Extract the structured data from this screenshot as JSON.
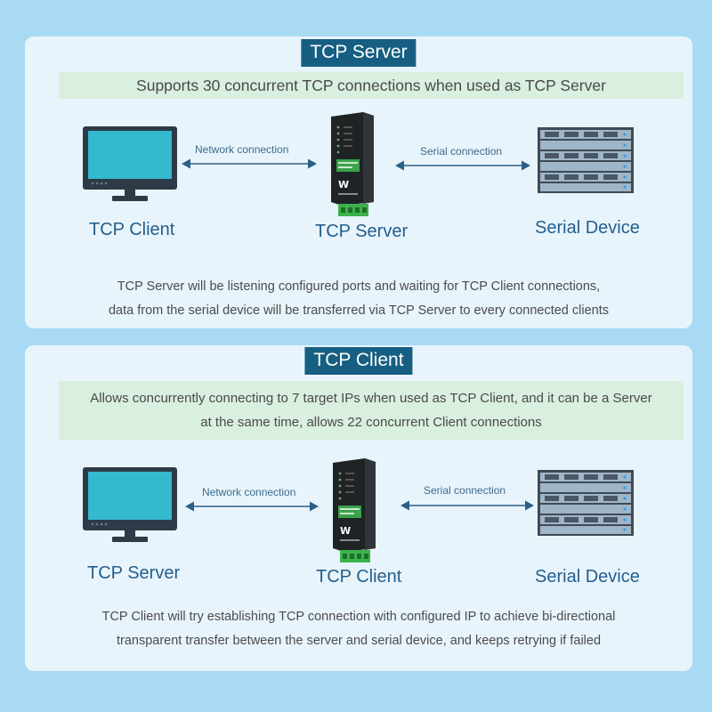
{
  "server_section": {
    "title": "TCP Server",
    "subtitle": "Supports 30 concurrent TCP connections when used as TCP Server",
    "left_label": "TCP Client",
    "center_label": "TCP Server",
    "right_label": "Serial Device",
    "left_arrow_label": "Network connection",
    "right_arrow_label": "Serial connection",
    "description": [
      "TCP Server will be listening configured ports and waiting for TCP Client connections,",
      "data from the serial device will be transferred via TCP Server to every connected clients"
    ]
  },
  "client_section": {
    "title": "TCP Client",
    "subtitle": [
      "Allows concurrently connecting to 7 target IPs when used as TCP Client, and it can be a Server",
      "at the same time, allows 22 concurrent Client connections"
    ],
    "left_label": "TCP Server",
    "center_label": "TCP Client",
    "right_label": "Serial Device",
    "left_arrow_label": "Network connection",
    "right_arrow_label": "Serial connection",
    "description": [
      "TCP Client will try establishing TCP connection with configured IP to achieve bi-directional",
      "transparent transfer between the server and serial device, and keeps retrying if failed"
    ]
  },
  "icons": {
    "computer": "monitor-icon",
    "device": "serial-server-device-icon",
    "serial_device": "server-rack-icon"
  },
  "colors": {
    "background": "#a9daf4",
    "panel": "#e8f4fc",
    "title_bar": "#165f82",
    "subtitle_band": "#d9efdf",
    "label_text": "#245f8c",
    "arrow": "#2a5f86"
  }
}
